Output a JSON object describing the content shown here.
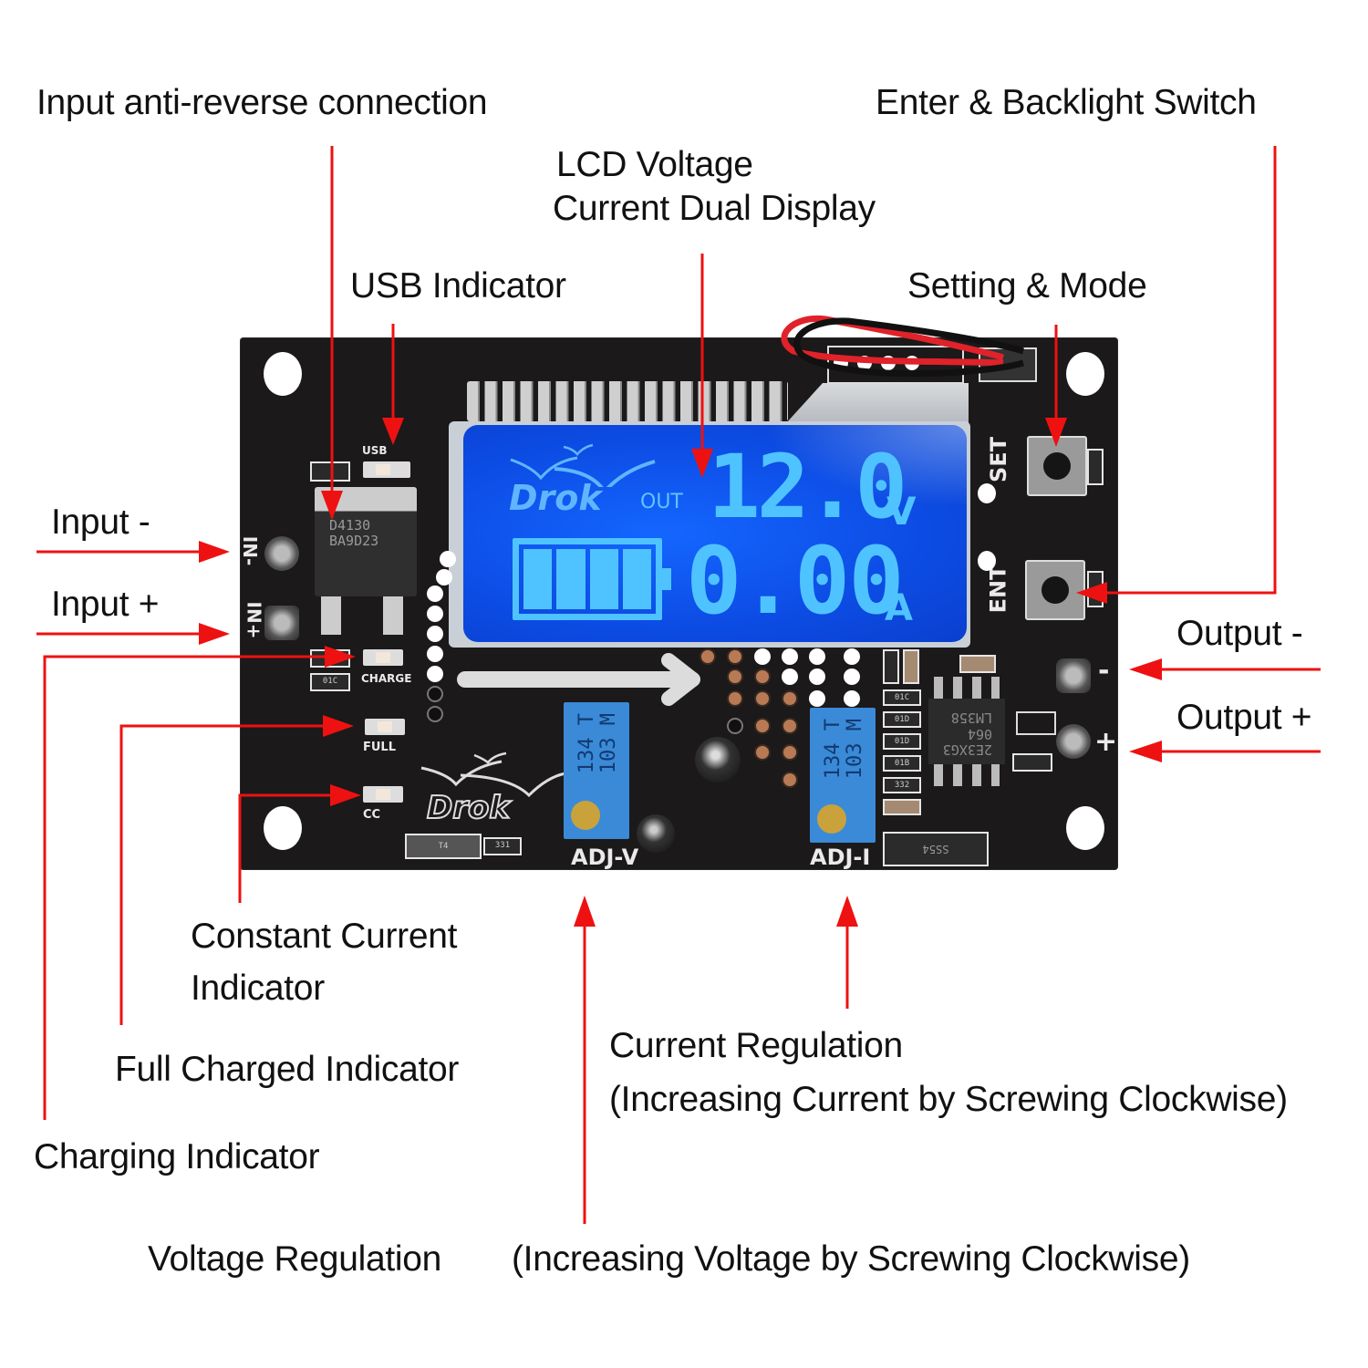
{
  "labels": {
    "input_anti_reverse": "Input anti-reverse connection",
    "lcd_display_line1": "LCD Voltage",
    "lcd_display_line2": "Current Dual Display",
    "usb_indicator": "USB Indicator",
    "enter_backlight": "Enter & Backlight Switch",
    "setting_mode": "Setting & Mode",
    "input_minus": "Input -",
    "input_plus": "Input +",
    "output_minus": "Output -",
    "output_plus": "Output +",
    "constant_current_line1": "Constant Current",
    "constant_current_line2": "Indicator",
    "full_charged": "Full Charged Indicator",
    "charging": "Charging Indicator",
    "current_regulation_line1": "Current Regulation",
    "current_regulation_line2": "(Increasing Current by Screwing Clockwise)",
    "voltage_regulation": "Voltage Regulation",
    "voltage_regulation_note": "(Increasing Voltage by Screwing Clockwise)"
  },
  "lcd": {
    "brand": "Drok",
    "mode": "OUT",
    "voltage": "12.0",
    "voltage_unit": "V",
    "current": "0.00",
    "current_unit": "A",
    "battery_level_bars": 4,
    "battery_level_max": 4
  },
  "pcb": {
    "silkscreen": {
      "usb": "USB",
      "in_minus": "IN-",
      "in_plus": "IN+",
      "charge": "CHARGE",
      "full": "FULL",
      "cc": "CC",
      "set": "SET",
      "ent": "ENT",
      "adj_v": "ADJ-V",
      "adj_i": "ADJ-I",
      "brand": "Drok",
      "out_minus": "-",
      "out_plus": "+"
    },
    "mosfet_marking": [
      "D4130",
      "BA9D23"
    ],
    "opamp_marking": [
      "2E3XG3",
      "064",
      "LM358"
    ],
    "diode_marking": "SS54",
    "trimpot_marking": [
      "134",
      "T",
      "103",
      "M"
    ],
    "resistor_markings": [
      "01C",
      "01D",
      "01D",
      "01B",
      "332",
      "331",
      "T4"
    ]
  },
  "colors": {
    "annotation_arrow": "#ee1111",
    "pcb": "#1b1919",
    "lcd_backlight": "#0d4ee6",
    "lcd_segment": "#4fc3ff",
    "trimpot": "#3a8ad8"
  }
}
